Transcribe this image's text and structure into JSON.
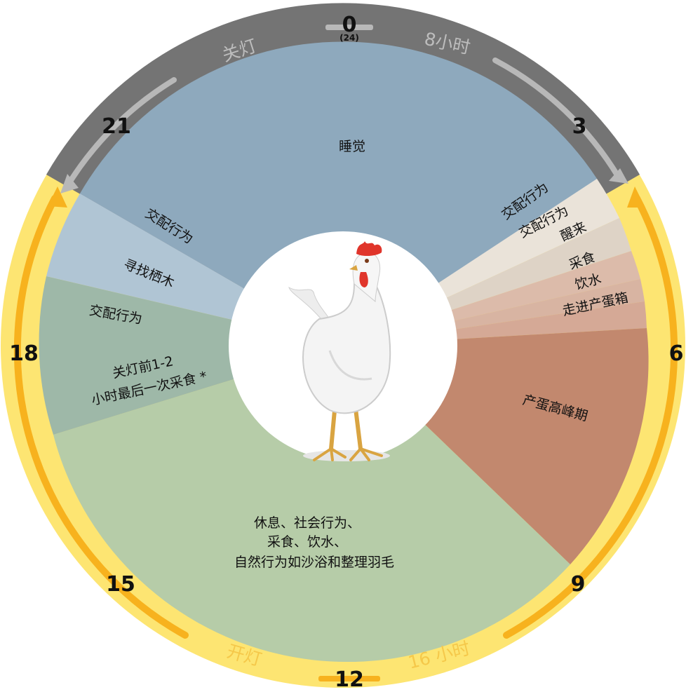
{
  "clock": {
    "hours": [
      "0",
      "3",
      "6",
      "9",
      "12",
      "15",
      "18",
      "21"
    ],
    "midnight_alt": "(24)"
  },
  "ring": {
    "dark_label": "关灯",
    "dark_duration": "8小时",
    "light_label": "开灯",
    "light_duration": "16 小时"
  },
  "segments": {
    "sleep": "睡觉",
    "mating_1": "交配行为",
    "mating_2": "交配行为",
    "wake": "醒来",
    "feed": "采食",
    "drink": "饮水",
    "nest": "走进产蛋箱",
    "peak_lay": "产蛋高峰期",
    "rest_line1": "休息、社会行为、",
    "rest_line2": "采食、饮水、",
    "rest_line3": "自然行为如沙浴和整理羽毛",
    "last_feed_line1": "关灯前1-2",
    "last_feed_line2": "小时最后一次采食 *",
    "mating_3": "交配行为",
    "roost": "寻找栖木",
    "mating_4": "交配行为"
  },
  "colors": {
    "sleep": "#8EA9BD",
    "roost": "#B0C5D4",
    "evening": "#9EB8A8",
    "rest": "#B6CCA8",
    "peak_lay": "#C2886E",
    "dark_ring": "#747474",
    "light_ring": "#FDE572",
    "light_arrow": "#F7B21E"
  }
}
